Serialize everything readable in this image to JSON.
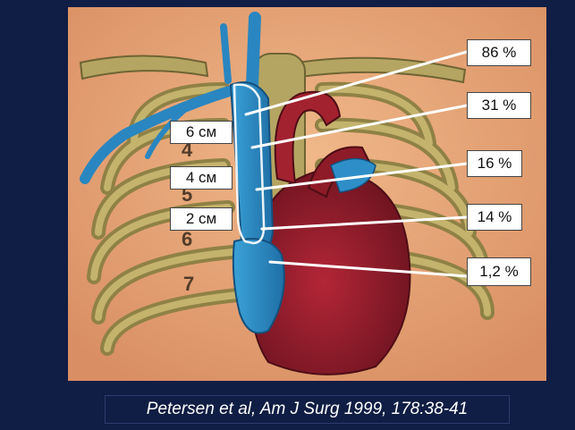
{
  "figure": {
    "citation": "Petersen et al, Am J Surg 1999, 178:38-41",
    "rib_numbers": [
      "4",
      "5",
      "6",
      "7"
    ],
    "left_labels": [
      "6 см",
      "4 см",
      "2 см"
    ],
    "right_labels": [
      "86 %",
      "31 %",
      "16 %",
      "14 %",
      "1,2 %"
    ],
    "colors": {
      "background": "#101d44",
      "skin": "#e7a97a",
      "ribs": "#a99a58",
      "vein": "#2e8fc8",
      "heart": "#9c1f2e"
    }
  }
}
